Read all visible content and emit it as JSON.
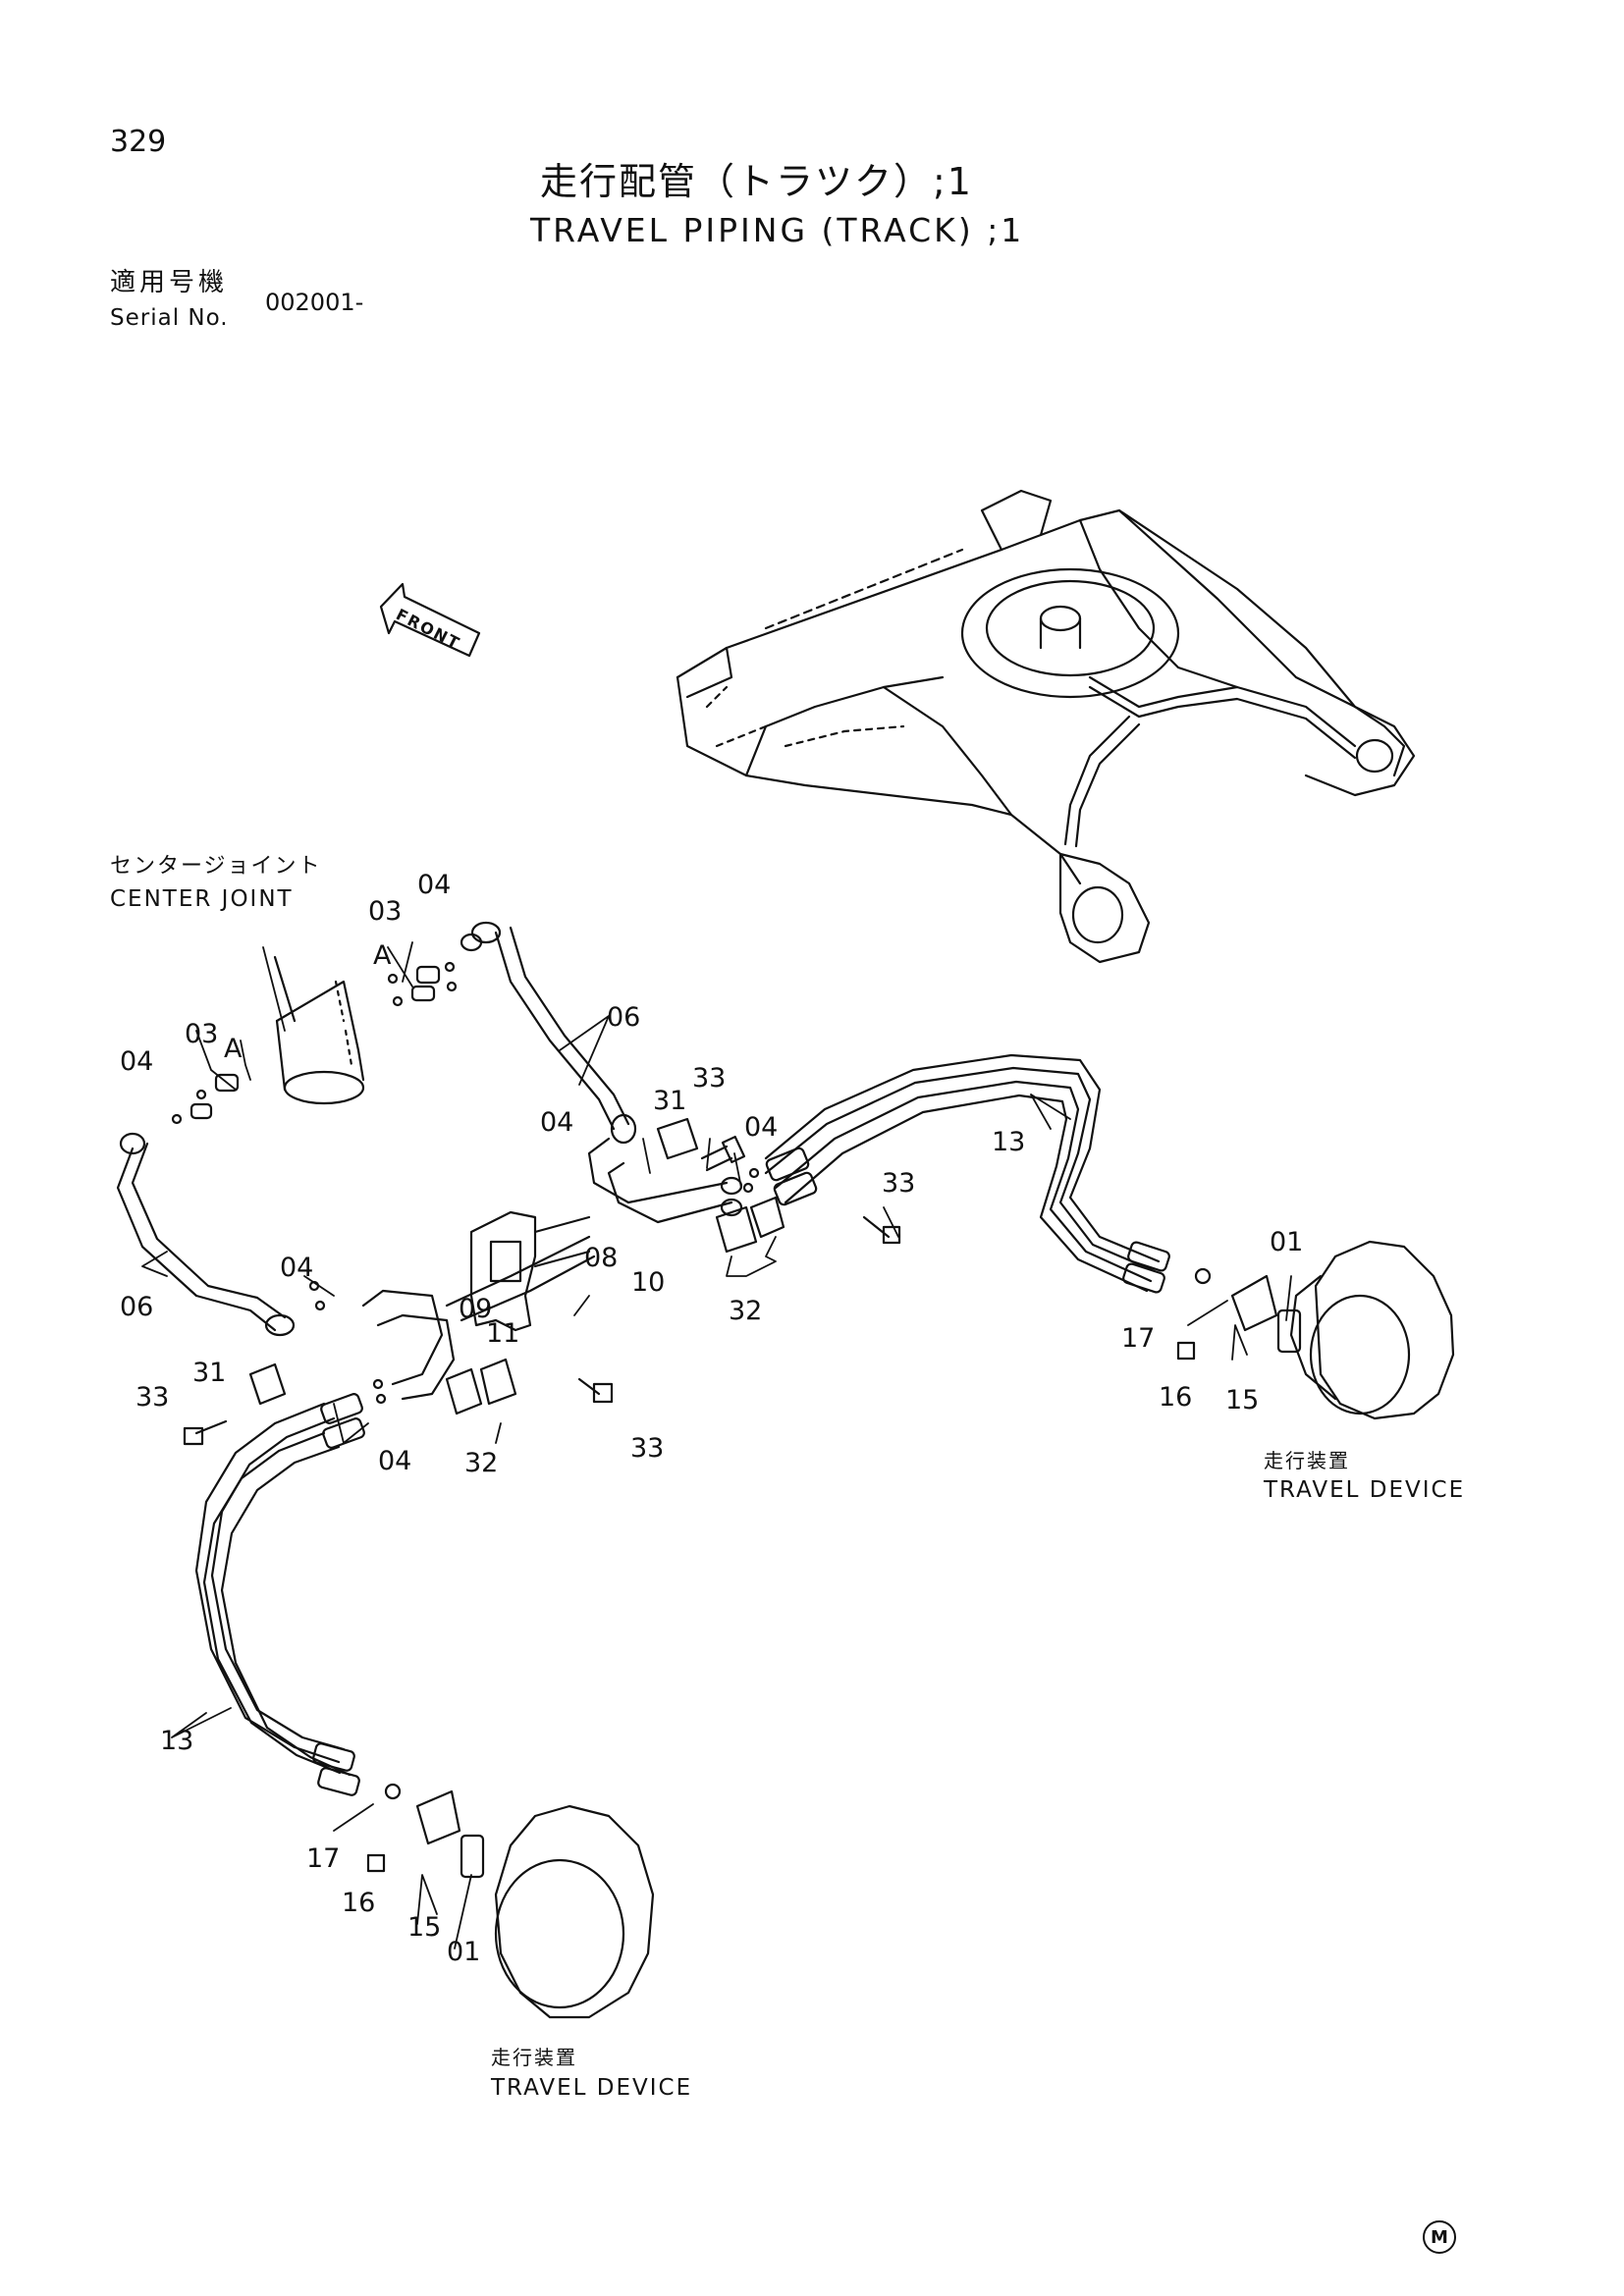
{
  "page_number": "329",
  "title_jp": "走行配管（トラツク）;1",
  "title_en": "TRAVEL PIPING (TRACK) ;1",
  "serial": {
    "label_jp": "適用号機",
    "label_en": "Serial No.",
    "value": "002001-"
  },
  "front_arrow_label": "FRONT",
  "labels": {
    "center_joint_jp": "センタージョイント",
    "center_joint_en": "CENTER JOINT",
    "travel_device_right_jp": "走行装置",
    "travel_device_right_en": "TRAVEL DEVICE",
    "travel_device_left_jp": "走行装置",
    "travel_device_left_en": "TRAVEL DEVICE"
  },
  "part_callouts": [
    "04",
    "03",
    "A",
    "03",
    "A",
    "04",
    "06",
    "06",
    "33",
    "31",
    "04",
    "04",
    "33",
    "13",
    "08",
    "10",
    "32",
    "04",
    "09",
    "11",
    "31",
    "33",
    "04",
    "32",
    "33",
    "01",
    "17",
    "16",
    "15",
    "13",
    "17",
    "16",
    "15",
    "01"
  ],
  "mark": "M"
}
